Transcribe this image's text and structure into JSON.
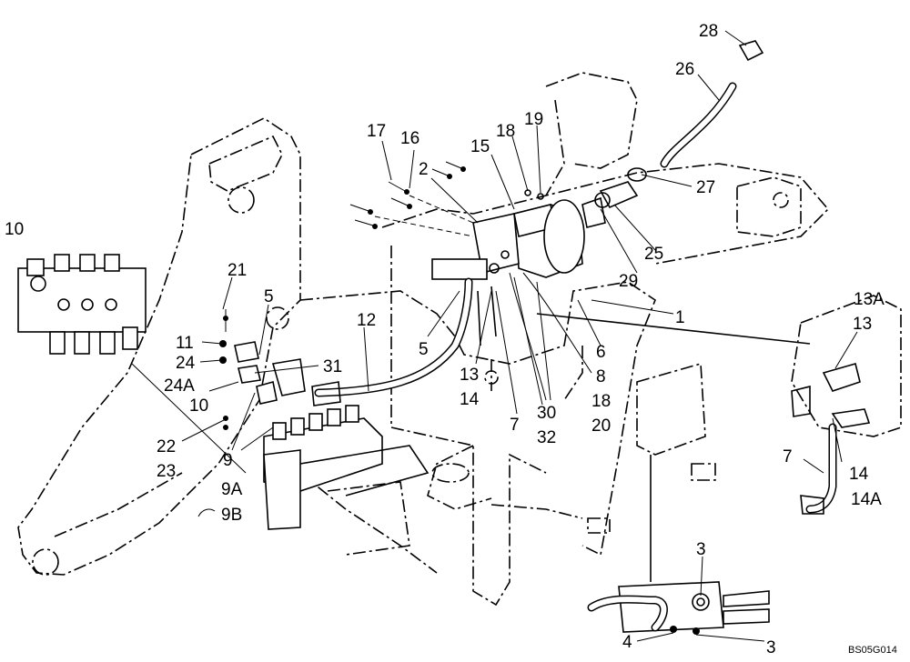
{
  "drawing_code": "BS05G014",
  "callouts": [
    "28",
    "26",
    "27",
    "25",
    "29",
    "19",
    "18",
    "15",
    "17",
    "16",
    "2",
    "1",
    "6",
    "8",
    "18",
    "20",
    "13A",
    "13",
    "14",
    "14A",
    "7",
    "10",
    "21",
    "5",
    "12",
    "11",
    "24",
    "24A",
    "31",
    "10",
    "22",
    "23",
    "9",
    "9A",
    "9B",
    "5",
    "13",
    "14",
    "7",
    "30",
    "32",
    "3",
    "4",
    "3"
  ]
}
